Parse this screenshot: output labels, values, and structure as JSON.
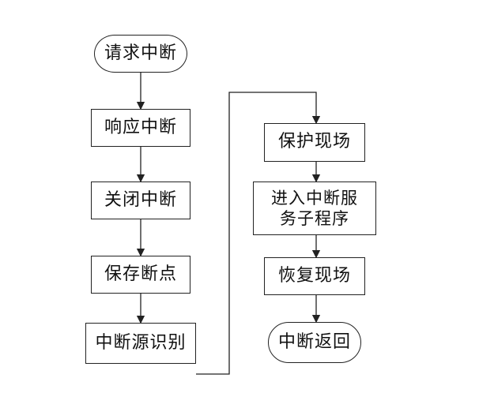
{
  "flowchart": {
    "nodes": [
      {
        "id": "request",
        "label": "请求中断",
        "shape": "terminator"
      },
      {
        "id": "respond",
        "label": "响应中断",
        "shape": "process"
      },
      {
        "id": "disable",
        "label": "关闭中断",
        "shape": "process"
      },
      {
        "id": "save_bp",
        "label": "保存断点",
        "shape": "process"
      },
      {
        "id": "identify",
        "label": "中断源识别",
        "shape": "process"
      },
      {
        "id": "protect",
        "label": "保护现场",
        "shape": "process"
      },
      {
        "id": "enter_isr",
        "label": "进入中断服\n务子程序",
        "shape": "process"
      },
      {
        "id": "restore",
        "label": "恢复现场",
        "shape": "process"
      },
      {
        "id": "return",
        "label": "中断返回",
        "shape": "terminator"
      }
    ],
    "edges": [
      {
        "from": "request",
        "to": "respond"
      },
      {
        "from": "respond",
        "to": "disable"
      },
      {
        "from": "disable",
        "to": "save_bp"
      },
      {
        "from": "save_bp",
        "to": "identify"
      },
      {
        "from": "identify",
        "to": "protect"
      },
      {
        "from": "protect",
        "to": "enter_isr"
      },
      {
        "from": "enter_isr",
        "to": "restore"
      },
      {
        "from": "restore",
        "to": "return"
      }
    ]
  }
}
